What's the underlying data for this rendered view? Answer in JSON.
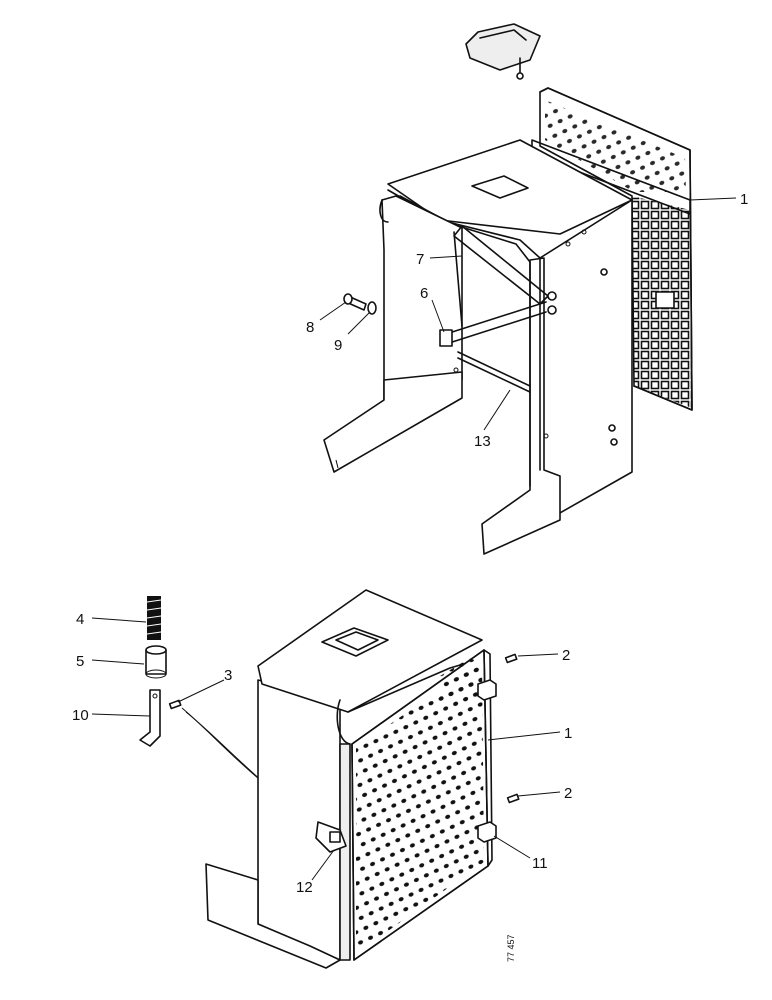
{
  "callouts": {
    "c1_top": "1",
    "c7": "7",
    "c6": "6",
    "c8": "8",
    "c9": "9",
    "c13": "13",
    "c4": "4",
    "c5": "5",
    "c10": "10",
    "c3": "3",
    "c2_a": "2",
    "c1_bottom": "1",
    "c2_b": "2",
    "c11": "11",
    "c12": "12"
  },
  "drawing_ref": "77 457"
}
